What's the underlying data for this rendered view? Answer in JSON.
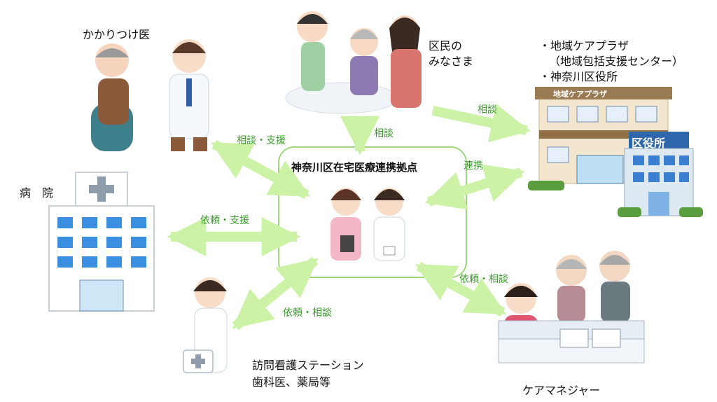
{
  "nodes": {
    "doctor": "かかりつけ医",
    "residents_1": "区民の",
    "residents_2": "みなさま",
    "plaza_1": "・地域ケアプラザ",
    "plaza_2": "（地域包括支援センター）",
    "plaza_3": "・神奈川区役所",
    "hospital": "病　院",
    "hub": "神奈川区在宅医療連携拠点",
    "visiting_1": "訪問看護ステーション",
    "visiting_2": "歯科医、薬局等",
    "caremanager": "ケアマネジャー"
  },
  "signs": {
    "plaza_sign": "地域ケアプラザ",
    "ward_office_sign": "区役所"
  },
  "edges": {
    "residents_to_hub": "相談",
    "residents_to_plaza": "相談",
    "hub_doctor": "相談・支援",
    "hub_plaza": "連携",
    "hub_hospital": "依頼・支援",
    "hub_caremanager": "依頼・相談",
    "hub_visiting": "依頼・相談"
  },
  "colors": {
    "arrow": "#ccf2a6",
    "edge_text": "#3d9b2f",
    "hub_border": "#9fd57f"
  }
}
